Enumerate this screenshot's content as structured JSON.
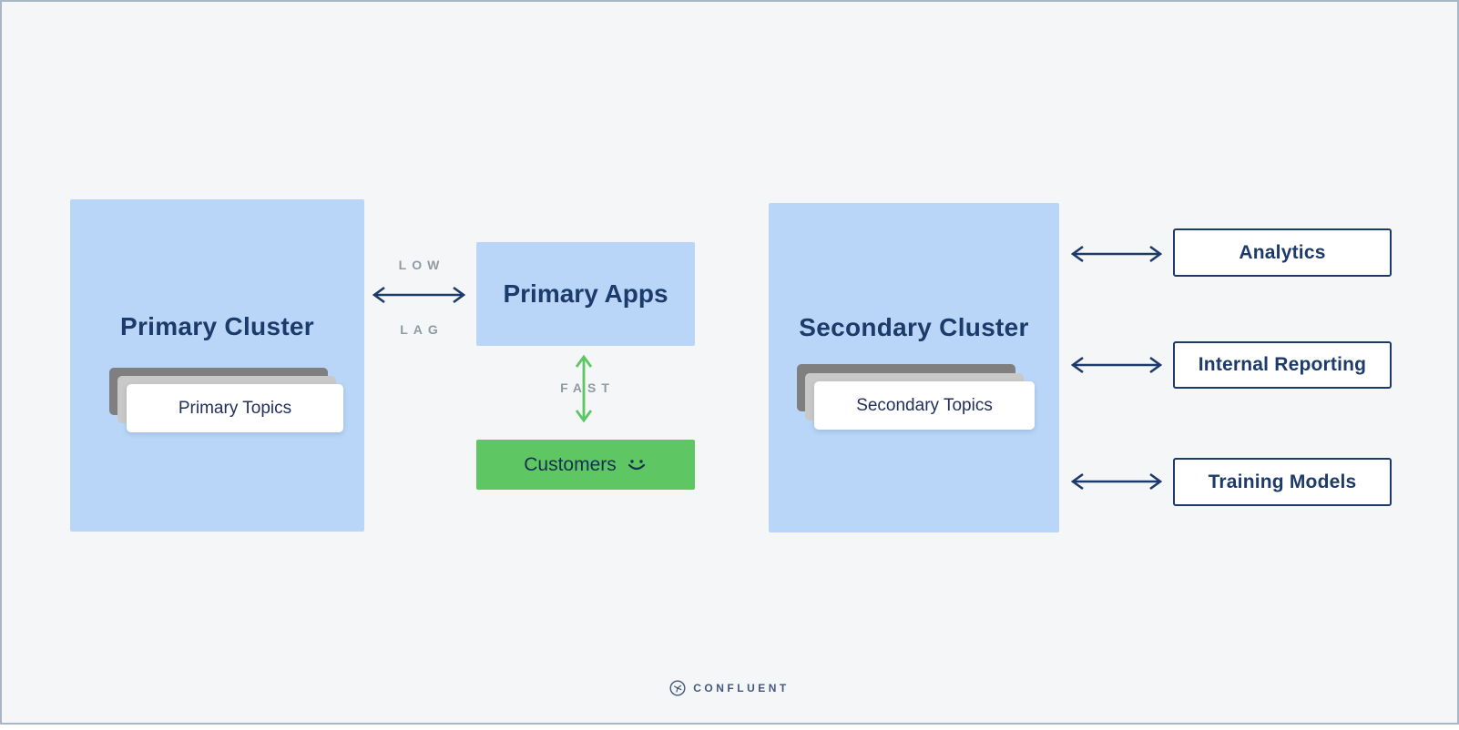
{
  "palette": {
    "background": "#f5f6f8",
    "frame_border": "#a9b6c3",
    "cluster_blue": "#b9d6f8",
    "navy": "#1c3a6a",
    "green": "#5ec763",
    "gray_label": "#8f9aa3",
    "card_back_gray": "#7f7f7f",
    "card_middle_gray": "#c9c9c9"
  },
  "primary_cluster": {
    "title": "Primary Cluster",
    "topics_label": "Primary Topics"
  },
  "primary_apps": {
    "title": "Primary Apps"
  },
  "low_lag_arrow": {
    "top_label": "LOW",
    "bottom_label": "LAG"
  },
  "fast_arrow": {
    "label": "FAST"
  },
  "customers": {
    "label": "Customers",
    "icon": "smiley-face"
  },
  "secondary_cluster": {
    "title": "Secondary Cluster",
    "topics_label": "Secondary Topics"
  },
  "destinations": [
    {
      "label": "Analytics"
    },
    {
      "label": "Internal Reporting"
    },
    {
      "label": "Training Models"
    }
  ],
  "footer": {
    "brand": "CONFLUENT"
  }
}
